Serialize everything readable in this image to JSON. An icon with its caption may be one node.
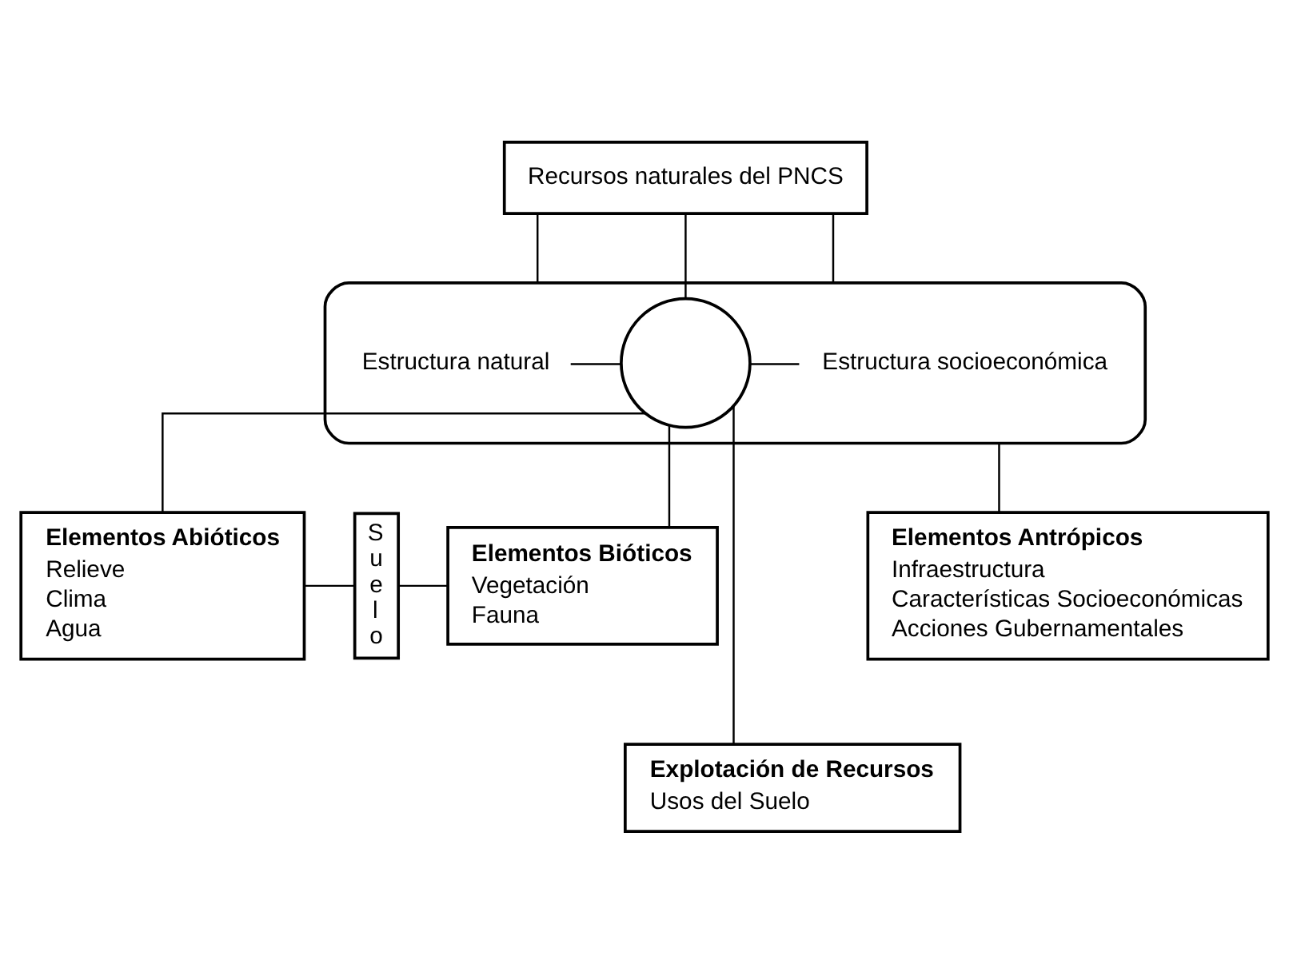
{
  "diagram": {
    "nodes": [
      {
        "text": [
          "Recursos naturales del PNCS"
        ]
      },
      {
        "text": [],
        "shape": "box"
      },
      {
        "text": [
          "Estructura natural"
        ],
        "in": 1
      },
      {
        "text": [],
        "shape": "circle",
        "in": 1
      },
      {
        "text": [
          "Estructura socioeconómica"
        ],
        "in": 1
      },
      {
        "text": [
          "Elementos Abióticos",
          "Relieve",
          "Clima",
          "Agua"
        ]
      },
      {
        "text": [
          "Suelo"
        ]
      },
      {
        "text": [
          "Elementos Bióticos",
          "Vegetación",
          "Fauna"
        ]
      },
      {
        "text": [
          "Elementos Antrópicos",
          "Infraestructura",
          "Características Socioeconómicas",
          "Acciones Gubernamentales"
        ]
      },
      {
        "text": [
          "Explotación de Recursos",
          "Usos del Suelo"
        ]
      }
    ],
    "edges": [
      {
        "from": 0,
        "to": 1,
        "arrow": "none"
      },
      {
        "from": 0,
        "to": 3,
        "arrow": "none"
      },
      {
        "from": 0,
        "to": 1,
        "arrow": "none"
      },
      {
        "from": 2,
        "to": 3,
        "arrow": "none"
      },
      {
        "from": 3,
        "to": 4,
        "arrow": "none"
      },
      {
        "from": 3,
        "to": 5,
        "arrow": "none"
      },
      {
        "from": 3,
        "to": 7,
        "arrow": "none"
      },
      {
        "from": 3,
        "to": 9,
        "arrow": "none"
      },
      {
        "from": 1,
        "to": 8,
        "arrow": "none"
      },
      {
        "from": 5,
        "to": 6,
        "arrow": "none"
      },
      {
        "from": 6,
        "to": 7,
        "arrow": "none"
      }
    ]
  }
}
